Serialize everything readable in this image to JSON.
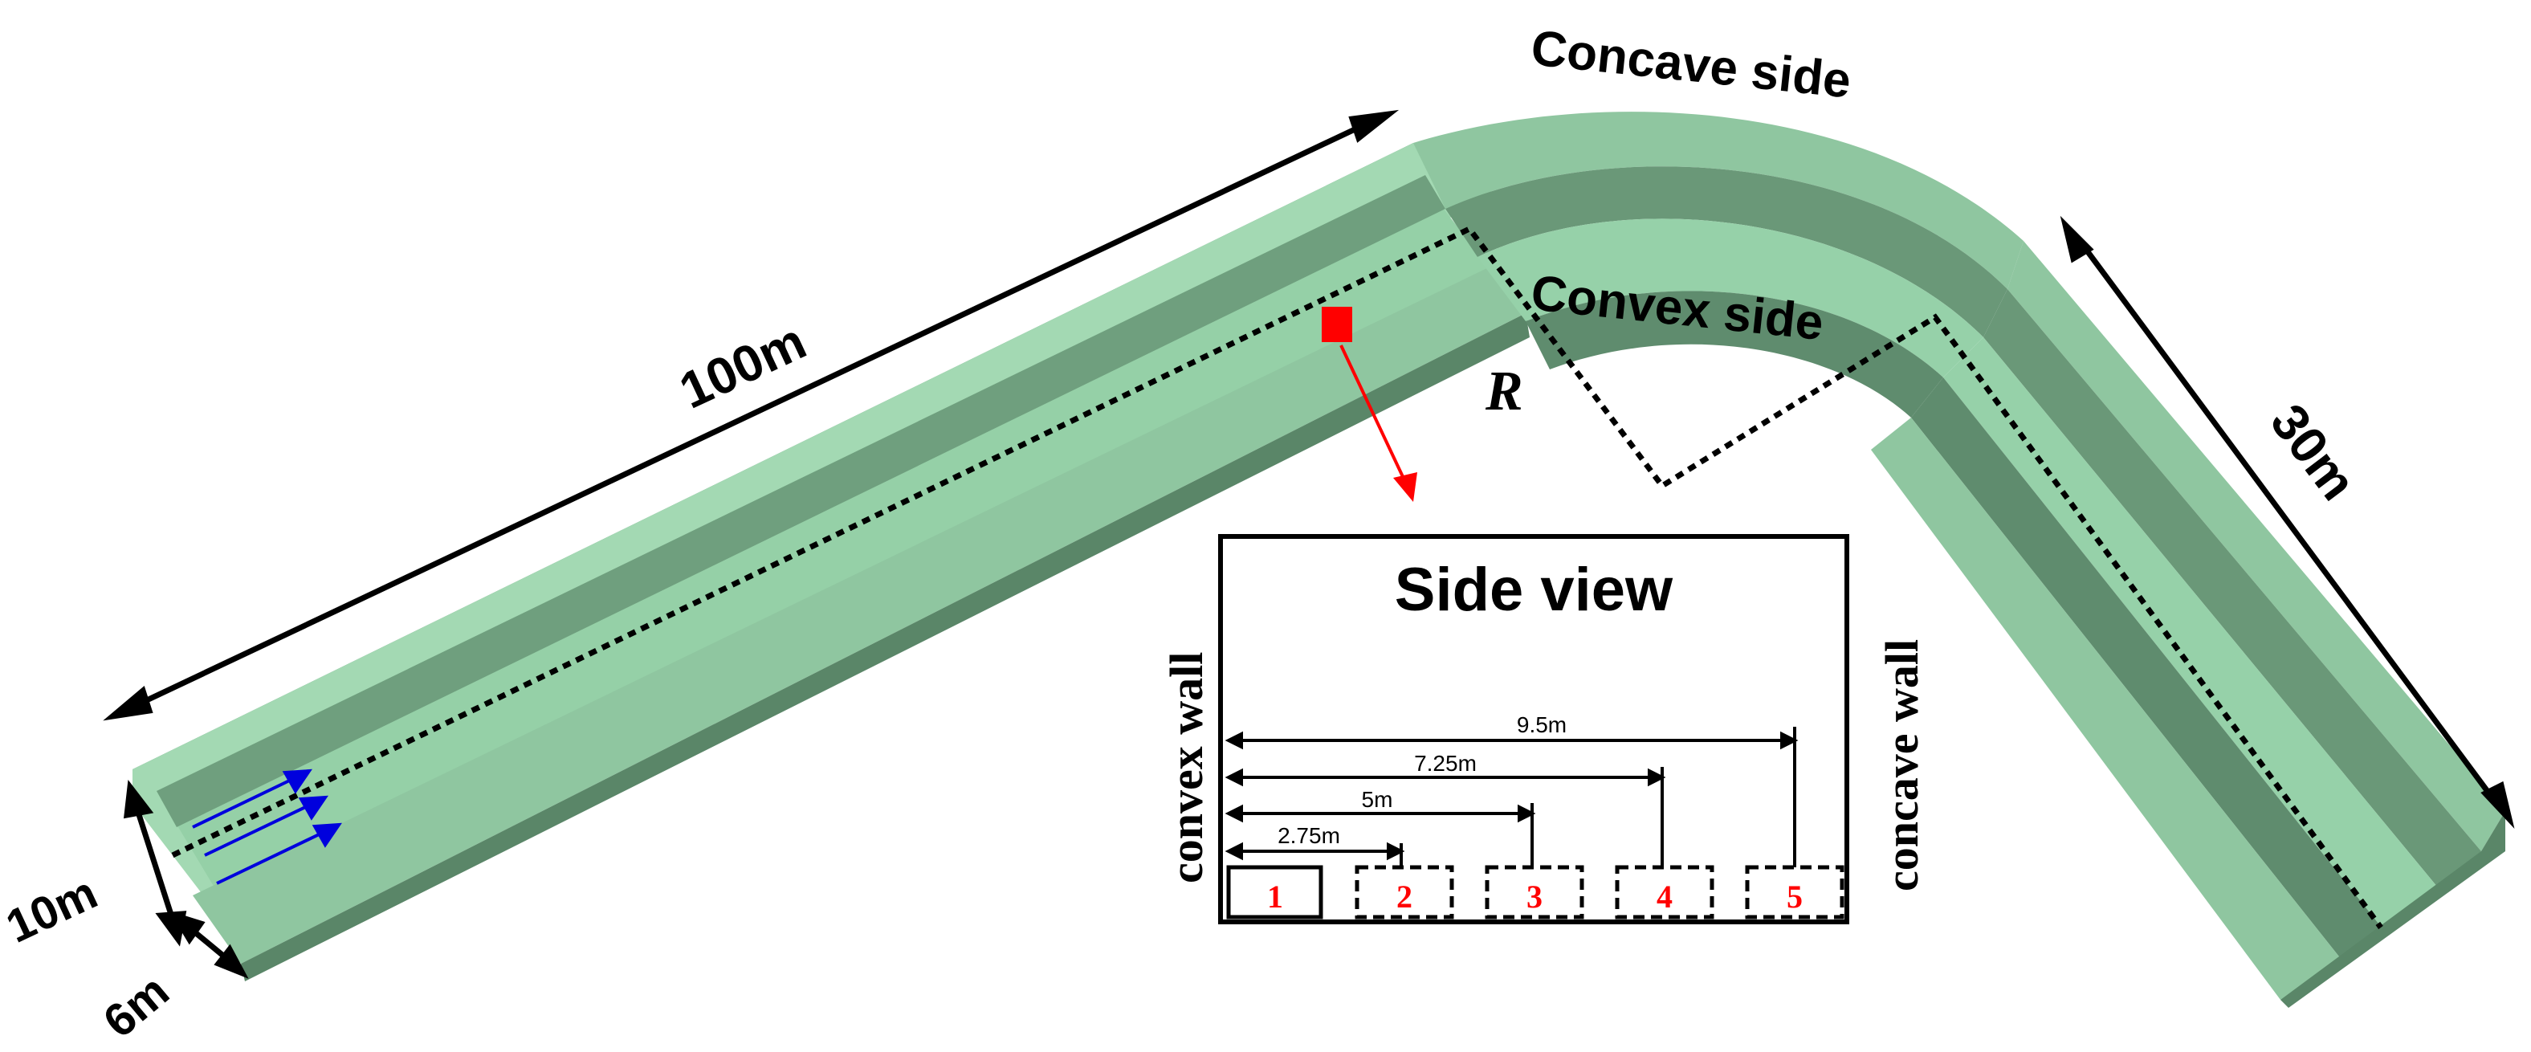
{
  "labels": {
    "concave_side": "Concave side",
    "convex_side": "Convex side",
    "radius": "R",
    "length_straight": "100m",
    "length_exit": "30m",
    "width": "10m",
    "depth": "6m"
  },
  "side_view": {
    "title": "Side view",
    "left_wall": "convex wall",
    "right_wall": "concave wall",
    "distances": [
      "2.75m",
      "5m",
      "7.25m",
      "9.5m"
    ],
    "positions": [
      "1",
      "2",
      "3",
      "4",
      "5"
    ]
  },
  "colors": {
    "channel_top": "#9ad3ab",
    "channel_side": "#5e8a6d",
    "channel_mid": "#7fb48f",
    "flow_arrows": "#0000dd",
    "marker": "#ff0000",
    "position_numbers": "#ff0000"
  }
}
